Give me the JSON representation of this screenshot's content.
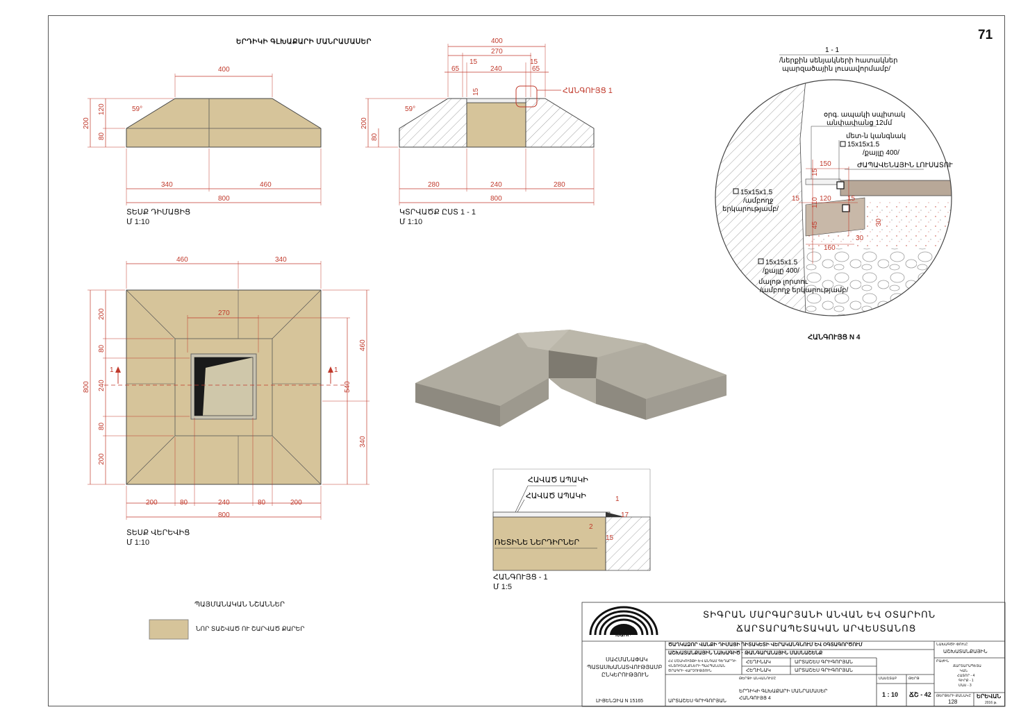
{
  "page_number": "71",
  "main_title": "ԵՐԴԻԿԻ ԳԼԽԱՔԱՐԻ ՄԱՆՐԱՄԱՍԵՐ",
  "views": {
    "front": {
      "title": "ՏԵՍՔ ԴԻՄԱՑԻՑ",
      "scale": "Մ 1:10"
    },
    "section": {
      "title": "ԿՏՐՎԱԾՔ ԸՍՏ 1 - 1",
      "scale": "Մ 1:10"
    },
    "top": {
      "title": "ՏԵՍՔ ՎԵՐԵՎԻՑ",
      "scale": "Մ 1:10"
    },
    "node1": {
      "title": "ՀԱՆԳՈՒՅՑ - 1",
      "scale": "Մ 1:5"
    },
    "node4": {
      "title": "ՀԱՆԳՈՒՅՑ N 4"
    }
  },
  "front_dims": {
    "top": "400",
    "h1": "120",
    "h2": "80",
    "total_h": "200",
    "angle": "59°",
    "left": "340",
    "right": "460",
    "total": "800"
  },
  "section_dims": {
    "d400": "400",
    "d270": "270",
    "d15a": "15",
    "d15b": "15",
    "d65a": "65",
    "d65b": "65",
    "d240top": "240",
    "d15v": "15",
    "node_ref": "ՀԱՆԳՈՒՅՑ 1",
    "h200": "200",
    "h80": "80",
    "angle": "59°",
    "b280a": "280",
    "b240": "240",
    "b280b": "280",
    "total": "800"
  },
  "top_dims": {
    "t460": "460",
    "t340": "340",
    "t270": "270",
    "l200a": "200",
    "l80a": "80",
    "l240": "240",
    "l80b": "80",
    "l200b": "200",
    "l800": "800",
    "r460": "460",
    "r540": "540",
    "r340": "340",
    "b200a": "200",
    "b80a": "80",
    "b240": "240",
    "b80b": "80",
    "b200b": "200",
    "b800": "800",
    "cut_left": "1",
    "cut_right": "1"
  },
  "node4": {
    "title": "1 - 1",
    "subtitle1": "/ներքին սենյակների հատակներ",
    "subtitle2": "պարզածային լուսավորմամբ/",
    "lbl_glass1": "օրգ. ապակի սպիտակ",
    "lbl_glass2": "անփափանց 12մմ",
    "lbl_metal1": "մետ-ն կանգնակ",
    "lbl_metal2": "15x15x1.5",
    "lbl_metal3": "/քայլը 400/",
    "lbl_window": "ԺԱՊԱՎԵՆԱՅԻՆ ԼՈՒՍԱՏՈՒ",
    "lbl_left1": "15x15x1.5",
    "lbl_left2": "/ամբողջ",
    "lbl_left3": "երկարությամբ/",
    "lbl_bot1": "15x15x1.5",
    "lbl_bot2": "/քայլը 400/",
    "lbl_bot3": "մալոթ լորտու",
    "lbl_bot4": "/ամբողջ երկարությամբ/",
    "d150": "150",
    "d15a": "15",
    "d15b": "15",
    "d110": "110",
    "d120": "120",
    "d15c": "15",
    "d45": "45",
    "d30a": "30",
    "d30b": "30",
    "d160": "160"
  },
  "node1": {
    "lbl_top": "ՀԱՎԱԾ ԱՊԱԿԻ",
    "lbl_mid": "ՀԱՎԱԾ ԱՊԱԿԻ",
    "lbl_rubber": "ՌԵՏԻՆԵ ՆԵՐԴԻՐՆԵՐ",
    "d1": "1",
    "d2": "2",
    "d15": "15",
    "d17": "17"
  },
  "legend": {
    "title": "ՊԱՅՄԱՆԱԿԱՆ ՆՇԱՆՆԵՐ",
    "item": "ՆՈՐ ՏԱՇՎԱԾ ՈՒ ՇԱՐՎԱԾ ՔԱՐԵՐ",
    "color": "#d6c49a"
  },
  "stamp": {
    "org_title1": "ՏԻԳՐԱՆ ՄԱՐԳԱՐՅԱՆԻ ԱՆՎԱՆ ԵՎ ՕՏԱՐԻՈՆ",
    "org_title2": "ՃԱՐՏԱՐԱՊԵՏԱԿԱՆ ԱՐՎԵՍՏԱՆՈՑ",
    "logo_text": "ԽԱՌԻ",
    "left1": "ՍԱՀՄԱՆԱՓԱԿ",
    "left2": "ՊԱՏԱՍԽԱՆԱՏՎՈՒԹՅԱՄԲ",
    "left3": "ԸՆԿԵՐՈՒԹՅՈՒՆ",
    "license": "ԼԻՑԵՆԶԻԱ N 15165",
    "project1": "ԾԱՂԿԱՁՈՐ ՎԱՆՔԻ ԴԻՄԱՑԻ ԴԻՏԱԿԵՏԻ ՎԵՐԱԿԱՆԳՆՈՒՄ ԵՎ ՕԳՏԱԳՈՐԾՈՒՄ",
    "project2": "ԱՇԽԱՏԱՆՔԱՅԻՆ ՆԱԽԱԳԻԾ · ԹԱՆԳԱՐԱՆԱՅԻՆ ՄԱՍՆԱՇԵՆՔ",
    "role1": "ՀԵՂԻՆԱԿ",
    "name1": "ԱՐՏԱՇԵՍ ԳՐԻԳՈՐՅԱՆ",
    "role2": "ՀԵՂԻՆԱԿ",
    "name2": "ԱՐՏԱՇԵՍ ԳՐԻԳՈՐՅԱՆ",
    "client": "ՀՀ ՄՇԱԿՈՒՅԹԻ ԵՎ ԱՆԳԱՄ ԳԵՂԱՐԴԻ ՎՆՏՈՒՇԱՆՔՆԵՐԻ ՊԱՀՊԱՆՄԱՆ ԾՐԱԳՐԻ ՎԱՐՉՈՒԹՅՈՒՆ",
    "sheet_desc_label": "ԹԵՐԹԻ ԱՆՎԱՆՈՒՄԸ",
    "sheet_desc1": "ԵՐԴԻԿԻ ԳԼԽԱՔԱՐԻ ՄԱՆՐԱՄԱՍԵՐ",
    "sheet_desc2": "ՀԱՆԳՈՒՅՑ 4",
    "signer": "ԱՐՏԱՇԵՍ ԳՐԻԳՈՐՅԱՆ",
    "scale_label": "ՄԱՍՇՏԱԲ",
    "scale": "1 : 10",
    "sheet_label": "ԹԵՐԹ",
    "sheet": "ՃՇ - 42",
    "stage_label": "ՆԱԽԱԳԾԻ ՓՈՒԼԸ",
    "stage": "ԱՇԽԱՏԱՆՔԱՅԻՆ",
    "section_label": "ԲԱԺԻՆ",
    "section1": "ՃԱՐՏԱՐԱՊԵՏԱ",
    "section2": "ԿԱՆ",
    "vol1": "ՀԱՏՈՐ - 4",
    "vol2": "ԳԻՐՔ - 1",
    "vol3": "ՄԱՍ - 3",
    "sheets_total_label": "ԹԵՐԹԵՐԻ ՔԱՆԱԿԸ",
    "sheets_total": "128",
    "city": "ԵՐԵՎԱՆ",
    "year": "2016 թ."
  }
}
